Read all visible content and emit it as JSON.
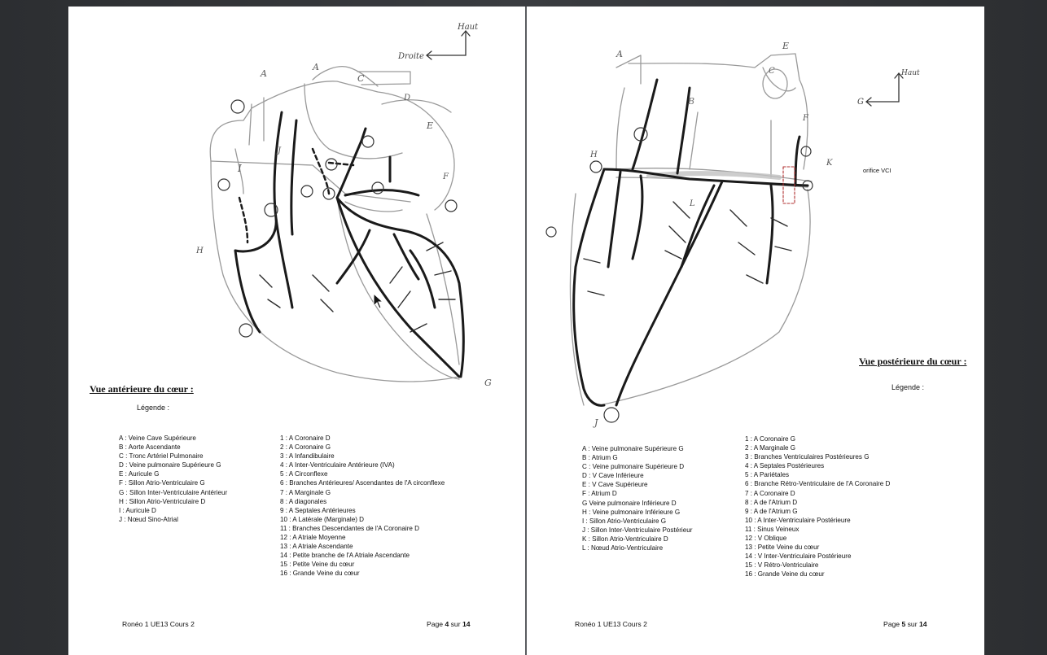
{
  "left_page": {
    "section_title": "Vue antérieure du cœur :",
    "legend_title": "Légende :",
    "legend_letters": [
      "A : Veine Cave Supérieure",
      "B : Aorte Ascendante",
      "C : Tronc Artériel Pulmonaire",
      "D : Veine pulmonaire Supérieure G",
      "E : Auricule G",
      "F : Sillon Atrio-Ventriculaire G",
      "G : Sillon Inter-Ventriculaire Antérieur",
      "H : Sillon Atrio-Ventriculaire D",
      "I : Auricule D",
      "J : Nœud Sino-Atrial"
    ],
    "legend_numbers": [
      "1 : A Coronaire D",
      "2 : A Coronaire G",
      "3 : A Infandibulaire",
      "4 : A Inter-Ventriculaire Antérieure (IVA)",
      "5 : A Circonflexe",
      "6 : Branches Antérieures/ Ascendantes de l'A circonflexe",
      "7 : A Marginale G",
      "8 : A diagonales",
      "9 : A Septales Antérieures",
      "10 : A Latérale (Marginale) D",
      "11 : Branches Descendantes de l'A Coronaire D",
      "12 : A Atriale Moyenne",
      "13 : A Atriale Ascendante",
      "14 : Petite branche de l'A Atriale Ascendante",
      "15 : Petite Veine du cœur",
      "16 : Grande Veine du cœur"
    ],
    "footer_left": "Ronéo 1 UE13 Cours 2",
    "footer_page_prefix": "Page ",
    "footer_page_num": "4",
    "footer_page_mid": " sur ",
    "footer_page_total": "14",
    "handwriting": {
      "up": "Haut",
      "right": "Droite"
    }
  },
  "right_page": {
    "section_title": "Vue postérieure du cœur :",
    "legend_title": "Légende :",
    "annotation": "orifice VCI",
    "legend_letters": [
      "A : Veine pulmonaire Supérieure G",
      "B : Atrium G",
      "C : Veine pulmonaire Supérieure D",
      "D : V Cave Inférieure",
      "E : V Cave Supérieure",
      "F : Atrium D",
      "G Veine pulmonaire Inférieure D",
      "H : Veine pulmonaire Inférieure G",
      "I : Sillon Atrio-Ventriculaire G",
      "J : Sillon Inter-Ventriculaire Postérieur",
      "K : Sillon Atrio-Ventriculaire D",
      "L : Nœud Atrio-Ventriculaire"
    ],
    "legend_numbers": [
      "1 : A Coronaire G",
      "2 : A Marginale G",
      "3 : Branches Ventriculaires Postérieures G",
      "4 : A Septales Postérieures",
      "5 : A Pariétales",
      "6 : Branche Rétro-Ventriculaire de l'A Coronaire D",
      "7 : A Coronaire D",
      "8 : A de l'Atrium D",
      "9 : A de l'Atrium G",
      "10 : A Inter-Ventriculaire Postérieure",
      "11 : Sinus Veineux",
      "12 : V Oblique",
      "13 : Petite Veine du cœur",
      "14 : V Inter-Ventriculaire Postérieure",
      "15 : V Rétro-Ventriculaire",
      "16 : Grande Veine du cœur"
    ],
    "footer_left": "Ronéo 1 UE13 Cours 2",
    "footer_page_prefix": "Page ",
    "footer_page_num": "5",
    "footer_page_mid": " sur ",
    "footer_page_total": "14",
    "handwriting": {
      "up": "Haut",
      "left": "G"
    }
  },
  "colors": {
    "background": "#2c2e31",
    "page": "#ffffff",
    "ink": "#111111",
    "pencil_light": "#9a9a9a",
    "highlight_box": "#b03030"
  }
}
